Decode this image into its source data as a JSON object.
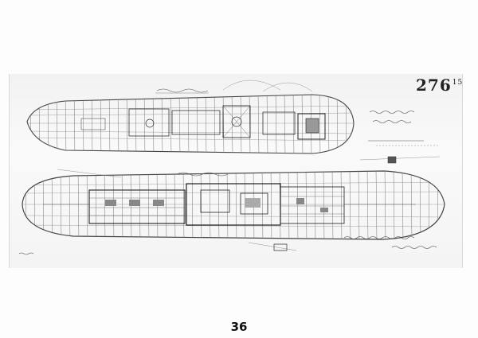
{
  "sheet": {
    "number": "276",
    "number_suffix": "15"
  },
  "page": {
    "number": "36"
  }
}
